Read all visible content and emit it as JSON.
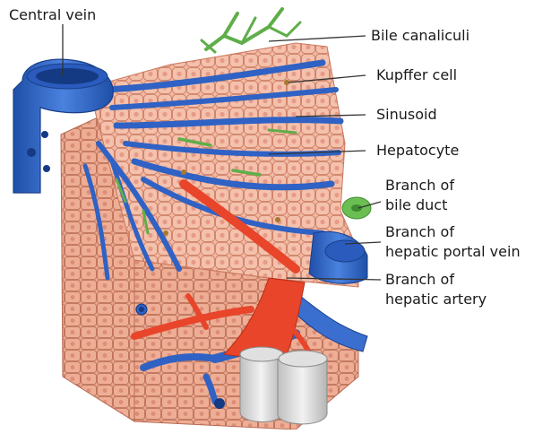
{
  "diagram": {
    "labels": {
      "central_vein": "Central vein",
      "bile_canaliculi": "Bile canaliculi",
      "kupffer_cell": "Kupffer cell",
      "sinusoid": "Sinusoid",
      "hepatocyte": "Hepatocyte",
      "bile_duct": [
        "Branch of",
        "bile duct"
      ],
      "portal_vein": [
        "Branch of",
        "hepatic portal vein"
      ],
      "hepatic_artery": [
        "Branch of",
        "hepatic artery"
      ]
    },
    "colors": {
      "hepatocyte": "#f2b8a2",
      "hepatocyte_edge": "#c9785f",
      "nucleus": "#e79a86",
      "vein": "#3a6ecf",
      "vein_dark": "#1f4fa8",
      "bile": "#5fae4a",
      "artery": "#e8452b",
      "leader": "#333333"
    }
  }
}
